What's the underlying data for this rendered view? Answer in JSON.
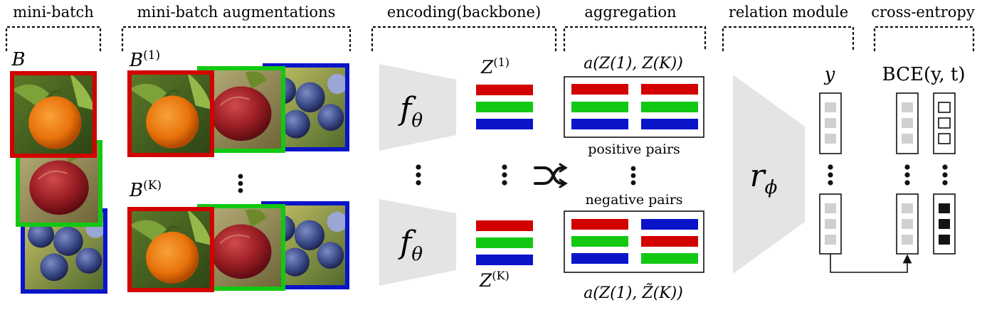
{
  "headers": {
    "mini_batch": "mini-batch",
    "augmentations": "mini-batch augmentations",
    "encoding": "encoding(backbone)",
    "aggregation": "aggregation",
    "relation": "relation module",
    "cross_entropy": "cross-entropy"
  },
  "math": {
    "batch": "B",
    "batch_aug_1": "B",
    "batch_aug_1_sup": "(1)",
    "batch_aug_k": "B",
    "batch_aug_k_sup": "(K)",
    "f_theta": "f",
    "f_theta_sub": "θ",
    "z1": "Z",
    "z1_sup": "(1)",
    "zk": "Z",
    "zk_sup": "(K)",
    "agg_top": "a(Z(1), Z(K))",
    "agg_bottom": "a(Z(1), Z̃(K))",
    "r_phi": "r",
    "r_phi_sub": "ϕ",
    "y": "y",
    "bce": "BCE(y, t)"
  },
  "pairs": {
    "positive": "positive pairs",
    "negative": "negative pairs"
  },
  "icons": {
    "shuffle": "shuffle-icon",
    "orange": "orange-image",
    "apple": "apple-image",
    "blueberries": "blueberries-image"
  },
  "colors": {
    "red": "#d20000",
    "green": "#12c812",
    "blue": "#0a14c8",
    "trapezoid": "#e4e4e4",
    "cell_gray": "#d0d0d0",
    "target_black": "#141414"
  }
}
